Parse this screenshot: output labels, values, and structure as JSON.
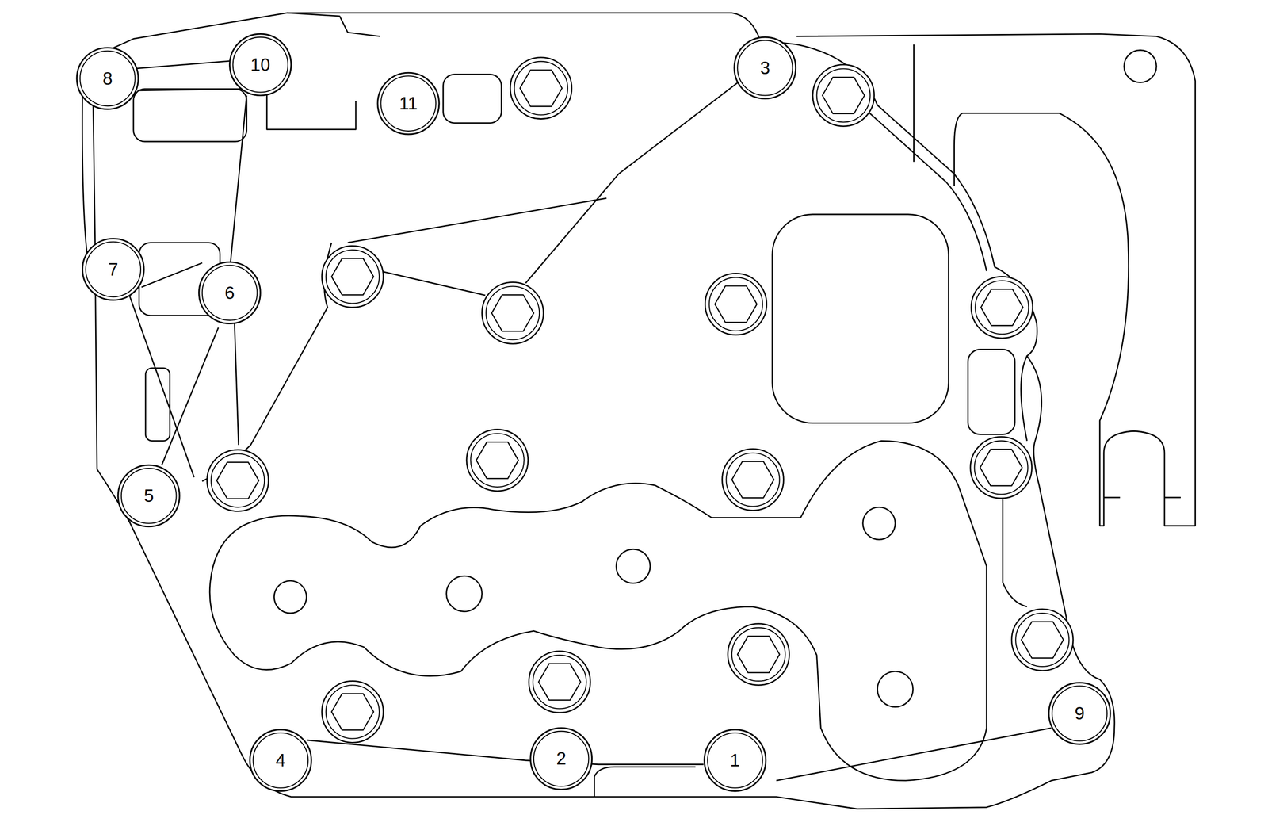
{
  "diagram": {
    "labels": [
      "8",
      "10",
      "11",
      "3",
      "7",
      "6",
      "5",
      "4",
      "2",
      "1",
      "9"
    ]
  }
}
